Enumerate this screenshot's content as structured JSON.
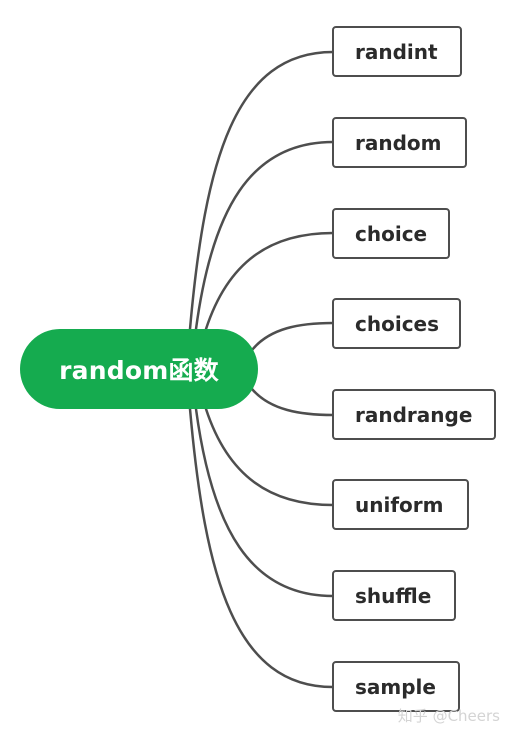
{
  "root": {
    "label": "random函数",
    "color": "#15ab4f"
  },
  "children": [
    {
      "label": "randint"
    },
    {
      "label": "random"
    },
    {
      "label": "choice"
    },
    {
      "label": "choices"
    },
    {
      "label": "randrange"
    },
    {
      "label": "uniform"
    },
    {
      "label": "shuffle"
    },
    {
      "label": "sample"
    }
  ],
  "watermark": "知乎 @Cheers",
  "line_color": "#4e4e4e"
}
